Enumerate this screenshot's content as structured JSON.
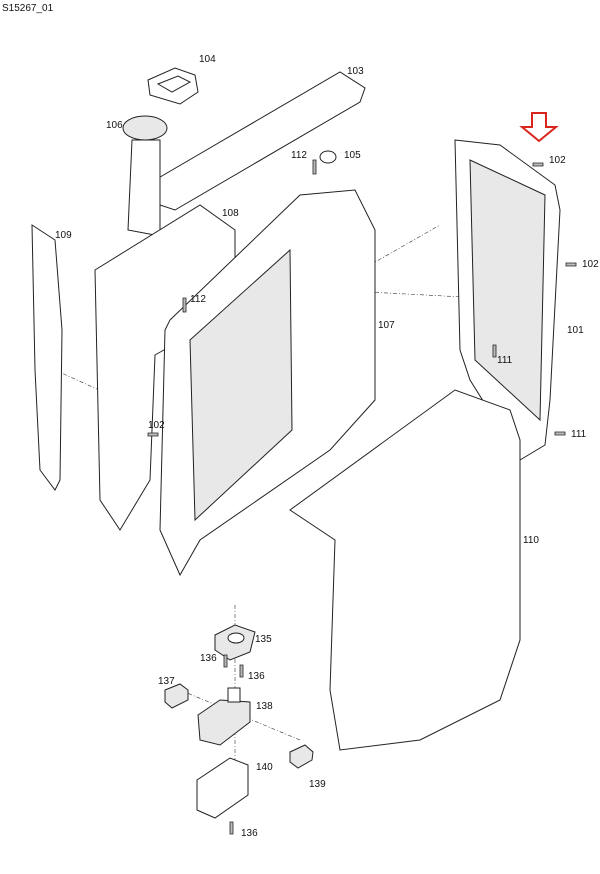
{
  "drawing_id": "S15267_01",
  "highlight_color": "#d9261c",
  "callouts": {
    "c104": "104",
    "c103": "103",
    "c106": "106",
    "c112a": "112",
    "c105": "105",
    "c102a": "102",
    "c108": "108",
    "c109": "109",
    "c112b": "112",
    "c107": "107",
    "c102b": "102",
    "c101": "101",
    "c111a": "111",
    "c102c": "102",
    "c111b": "111",
    "c110": "110",
    "c135": "135",
    "c136a": "136",
    "c136b": "136",
    "c137": "137",
    "c138": "138",
    "c140": "140",
    "c139": "139",
    "c136c": "136"
  }
}
